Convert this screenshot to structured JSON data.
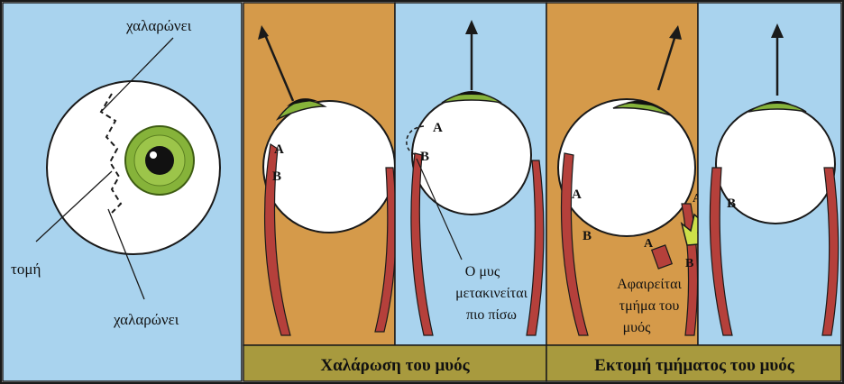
{
  "colors": {
    "blue_bg": "#a9d3ee",
    "orange_bg": "#d59a4a",
    "caption_bar": "#a89a3e",
    "muscle": "#b5403b",
    "iris": "#86b33a",
    "outline": "#1a1a1a"
  },
  "panel1": {
    "label_top": "χαλαρώνει",
    "label_incision": "τομή",
    "label_bottom": "χαλαρώνει"
  },
  "panel3": {
    "point_a": "A",
    "point_b": "B",
    "note_line1": "Ο μυς",
    "note_line2": "μετακινείται",
    "note_line3": "πιο πίσω"
  },
  "panel2": {
    "point_a": "A",
    "point_b": "B"
  },
  "panel4": {
    "point_a": "A",
    "point_b": "B",
    "cut_a": "A",
    "cut_b": "B",
    "note_line1": "Αφαιρείται",
    "note_line2": "τμήμα του",
    "note_line3": "μυός"
  },
  "panel5": {
    "point_b": "B"
  },
  "captions": {
    "left": "Χαλάρωση του μυός",
    "right": "Εκτομή τμήματος του μυός"
  }
}
